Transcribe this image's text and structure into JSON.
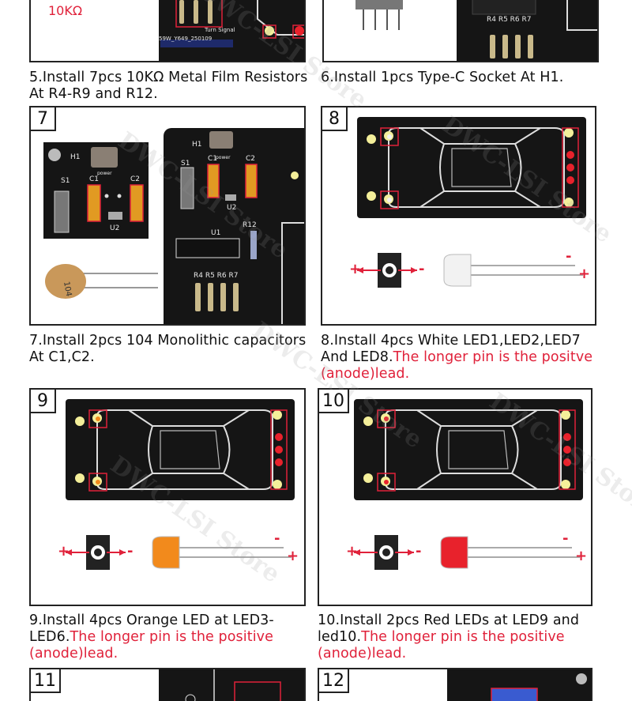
{
  "steps": {
    "s5": {
      "caption_line1": "5.Install 7pcs 10KΩ Metal Film Resistors",
      "caption_line2": "At R4-R9 and R12.",
      "value_label": "10KΩ",
      "board_text_turn": "Turn Signal",
      "board_text_id": "59W_Y649_250109"
    },
    "s6": {
      "caption": "6.Install 1pcs Type-C Socket At H1.",
      "resistor_labels": "R4 R5 R6 R7"
    },
    "s7": {
      "num": "7",
      "caption_line1": "7.Install 2pcs 104 Monolithic capacitors",
      "caption_line2": "At C1,C2.",
      "cap_code": "104",
      "labels": {
        "h1": "H1",
        "power": "power",
        "s1": "S1",
        "c1": "C1",
        "c2": "C2",
        "u2": "U2",
        "u1": "U1",
        "r12": "R12",
        "rgroup": "R4 R5 R6 R7"
      }
    },
    "s8": {
      "num": "8",
      "caption_line1": "8.Install 4pcs White LED1,LED2,LED7",
      "caption_line2_a": "And LED8.",
      "caption_line2_b": "The longer pin is the positve",
      "caption_line3": "(anode)lead.",
      "led_color": "#f2f2f2"
    },
    "s9": {
      "num": "9",
      "caption_line1": "9.Install 4pcs Orange LED at LED3-",
      "caption_line2_a": "LED6.",
      "caption_line2_b": "The longer pin is the positive",
      "caption_line3": "(anode)lead.",
      "led_color": "#f28a1c"
    },
    "s10": {
      "num": "10",
      "caption_line1": "10.Install 2pcs Red LEDs at LED9 and",
      "caption_line2_a": "led10.",
      "caption_line2_b": "The longer pin is the positive",
      "caption_line3": "(anode)lead.",
      "led_color": "#e8222c"
    },
    "s11": {
      "num": "11"
    },
    "s12": {
      "num": "12"
    }
  },
  "polarity": {
    "plus": "+",
    "minus": "-"
  },
  "watermark": "DWC-LSI Store",
  "colors": {
    "accent_red": "#e0213a",
    "pcb": "#151515",
    "silk": "#e8e8e8"
  }
}
